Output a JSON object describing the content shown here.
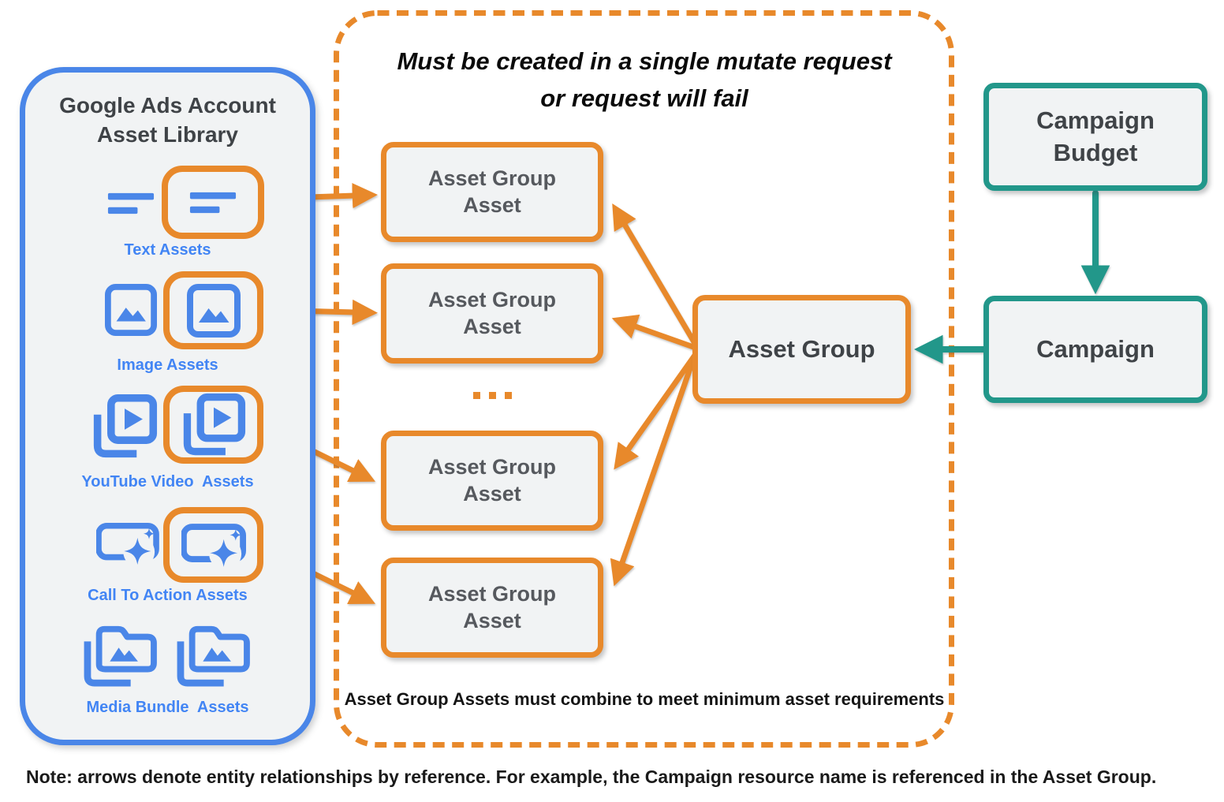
{
  "colors": {
    "orange": "#E8892B",
    "blue": "#4A86E8",
    "label_blue": "#4285F4",
    "teal": "#22978A",
    "node_fill": "#F1F3F4",
    "text_dark": "#3F4347",
    "text_gray": "#56595E"
  },
  "library": {
    "title_line1": "Google Ads Account",
    "title_line2": "Asset Library",
    "rows": [
      {
        "label": "Text Assets",
        "icon": "text-lines-icon"
      },
      {
        "label": "Image Assets",
        "icon": "image-icon"
      },
      {
        "label": "YouTube Video  Assets",
        "icon": "video-library-icon"
      },
      {
        "label": "Call To Action Assets",
        "icon": "call-to-action-icon"
      },
      {
        "label": "Media Bundle  Assets",
        "icon": "media-bundle-icon"
      }
    ]
  },
  "mutate_group": {
    "title_line1": "Must be created in a single mutate request",
    "title_line2": "or request will fail",
    "boxes": [
      {
        "label": "Asset Group Asset"
      },
      {
        "label": "Asset Group Asset"
      },
      {
        "label": "Asset Group Asset"
      },
      {
        "label": "Asset Group Asset"
      }
    ],
    "ellipsis": "...",
    "footnote": "Asset Group Assets must combine to meet minimum asset requirements"
  },
  "asset_group": {
    "label": "Asset Group"
  },
  "campaign_budget": {
    "label": "Campaign Budget"
  },
  "campaign": {
    "label": "Campaign"
  },
  "note": "Note: arrows denote entity relationships by reference. For example, the Campaign resource name is referenced in the Asset Group."
}
